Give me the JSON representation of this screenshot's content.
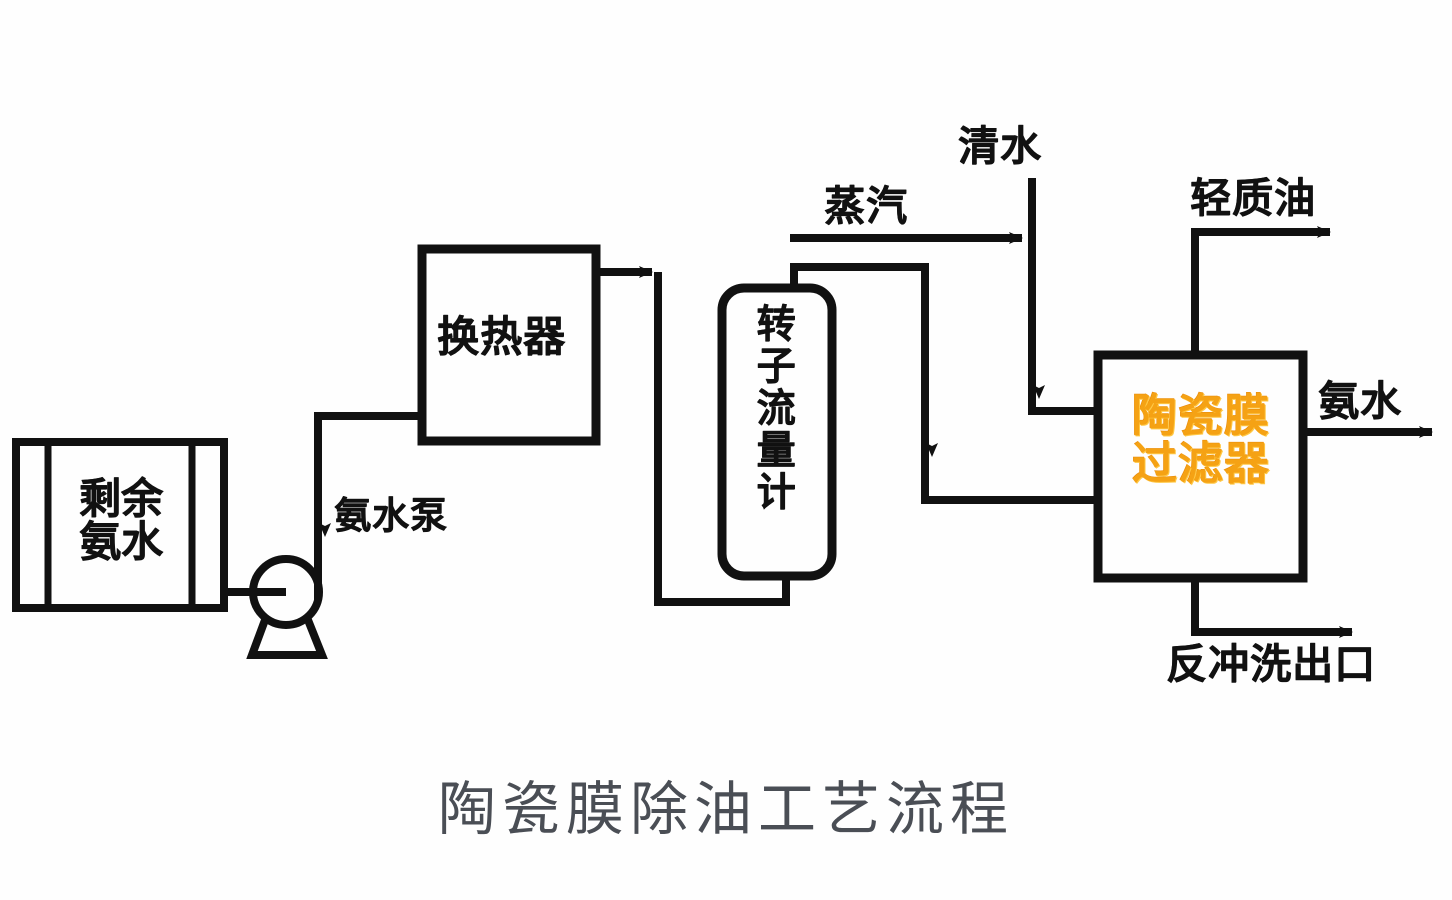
{
  "diagram": {
    "caption": "陶瓷膜除油工艺流程",
    "caption_color": "#4a4e55",
    "accent_color": "#F5A214",
    "line_color": "#111111",
    "background": "#ffffff"
  },
  "equipment": [
    {
      "id": "residual-ammonia-tank",
      "label": "剩余\n氨水",
      "label_line1": "剩余",
      "label_line2": "氨水",
      "shape": "double-walled-rectangle"
    },
    {
      "id": "ammonia-pump",
      "label": "氨水泵",
      "shape": "pump-circle-triangle"
    },
    {
      "id": "heat-exchanger",
      "label": "换热器",
      "shape": "rectangle"
    },
    {
      "id": "rotameter",
      "label": "转子流量计",
      "shape": "rounded-rectangle-vertical"
    },
    {
      "id": "ceramic-membrane-filter",
      "label": "陶瓷膜过滤器",
      "label_line1": "陶瓷膜",
      "label_line2": "过滤器",
      "shape": "rectangle",
      "text_color": "#F5A214"
    }
  ],
  "streams": [
    {
      "id": "steam-inlet",
      "label": "蒸汽",
      "direction": "right"
    },
    {
      "id": "clean-water-inlet",
      "label": "清水",
      "direction": "down"
    },
    {
      "id": "light-oil-outlet",
      "label": "轻质油",
      "direction": "right"
    },
    {
      "id": "ammonia-water-outlet",
      "label": "氨水",
      "direction": "right"
    },
    {
      "id": "backwash-outlet",
      "label": "反冲洗出口",
      "direction": "right"
    }
  ],
  "labels": {
    "tank_line1": "剩余",
    "tank_line2": "氨水",
    "pump": "氨水泵",
    "heat_exchanger": "换热器",
    "rotameter": "转子流量计",
    "filter_line1": "陶瓷膜",
    "filter_line2": "过滤器",
    "steam": "蒸汽",
    "clean_water": "清水",
    "light_oil": "轻质油",
    "ammonia_water": "氨水",
    "backwash": "反冲洗出口",
    "caption": "陶瓷膜除油工艺流程"
  }
}
